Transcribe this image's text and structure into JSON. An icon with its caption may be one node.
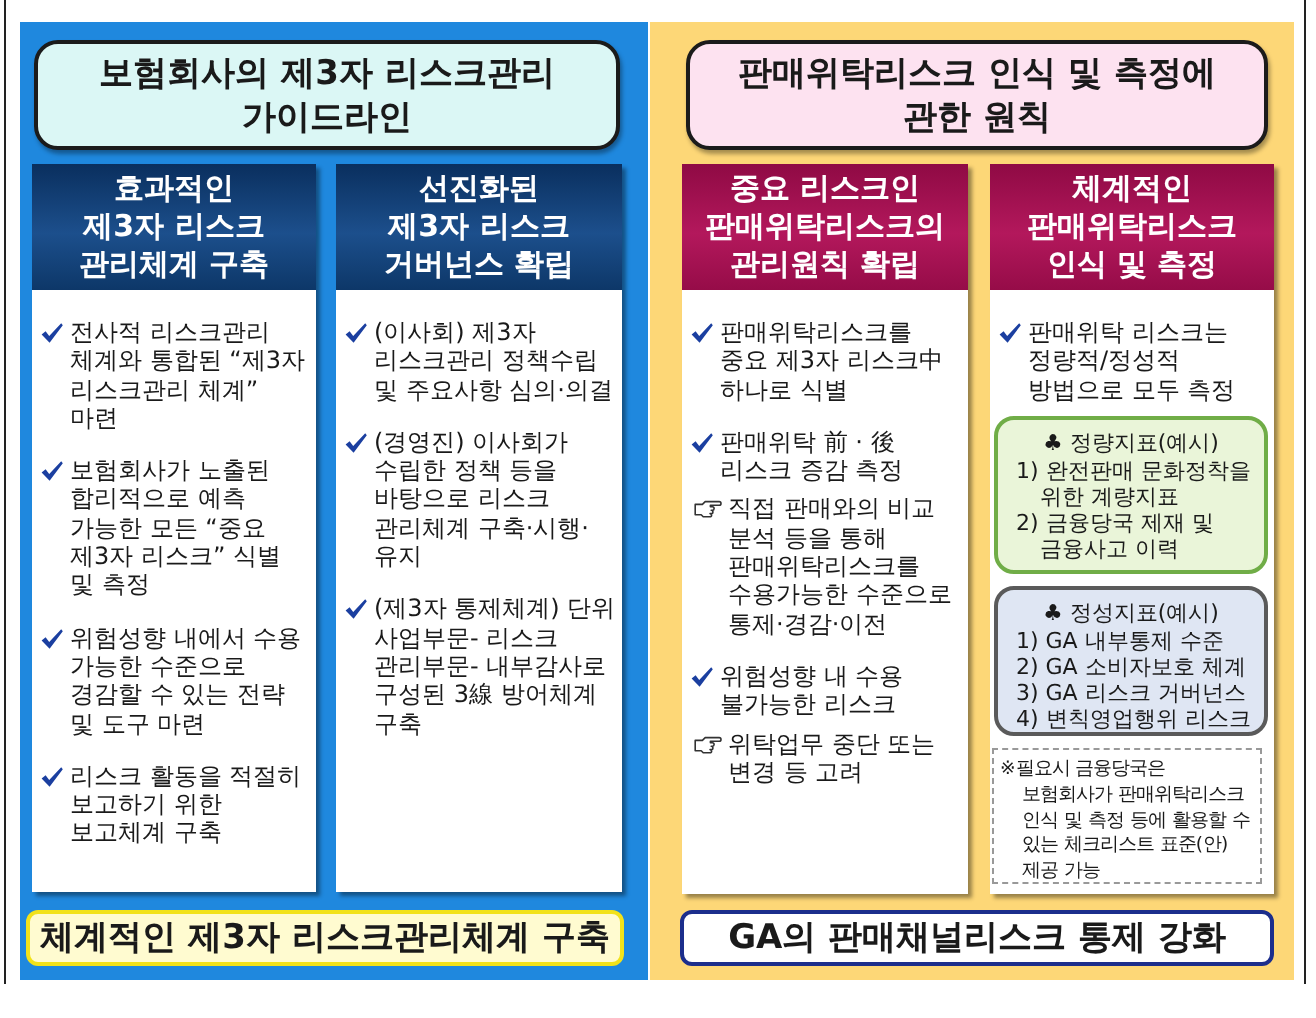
{
  "diagram": {
    "nodes": [
      {
        "text": [],
        "shape": "box"
      },
      {
        "text": [
          "보험회사의 제3자 리스크관리 가이드라인"
        ],
        "in": 0
      },
      {
        "text": [
          "효과적인 제3자 리스크 관리체계 구축",
          "전사적 리스크관리 체계와 통합된 “제3자 리스크관리 체계” 마련",
          "보험회사가 노출된 합리적으로 예측 가능한 모든 “중요 제3자 리스크” 식별 및 측정",
          "위험성향 내에서 수용 가능한 수준으로 경감할 수 있는 전략 및 도구 마련",
          "리스크 활동을 적절히 보고하기 위한 보고체계 구축"
        ],
        "in": 0
      },
      {
        "text": [
          "선진화된 제3자 리스크 거버넌스 확립",
          "(이사회) 제3자 리스크관리 정책수립 및 주요사항 심의·의결",
          "(경영진) 이사회가 수립한 정책 등을 바탕으로 리스크 관리체계 구축·시행·유지",
          "(제3자 통제체계) 단위 사업부문- 리스크 관리부문- 내부감사로 구성된 3線 방어체계 구축"
        ],
        "in": 0
      },
      {
        "text": [
          "체계적인 제3자 리스크관리체계 구축"
        ],
        "in": 0
      },
      {
        "text": [],
        "shape": "box"
      },
      {
        "text": [
          "판매위탁리스크 인식 및 측정에 관한 원칙"
        ],
        "in": 5
      },
      {
        "text": [
          "중요 리스크인 판매위탁리스크의 관리원칙 확립",
          "판매위탁리스크를 중요 제3자 리스크中 하나로 식별",
          "판매위탁 前 · 後 리스크 증감 측정",
          "직접 판매와의 비교 분석 등을 통해 판매위탁리스크를 수용가능한 수준으로 통제·경감·이전",
          "위험성향 내 수용 불가능한 리스크",
          "위탁업무 중단 또는 변경 등 고려"
        ],
        "in": 5
      },
      {
        "text": [
          "체계적인 판매위탁리스크 인식 및 측정",
          "판매위탁 리스크는 정량적/정성적 방법으로 모두 측정"
        ],
        "in": 5
      },
      {
        "text": [
          "♣ 정량지표(예시)",
          "1) 완전판매 문화정착을 위한 계량지표",
          "2) 금융당국 제재 및 금융사고 이력"
        ],
        "in": 8
      },
      {
        "text": [
          "♣ 정성지표(예시)",
          "1) GA 내부통제 수준",
          "2) GA 소비자보호 체계",
          "3) GA 리스크 거버넌스",
          "4) 변칙영업행위 리스크"
        ],
        "in": 8
      },
      {
        "text": [
          "※필요시 금융당국은 보험회사가 판매위탁리스크 인식 및 측정 등에 활용할 수 있는 체크리스트 표준(안) 제공 가능"
        ],
        "in": 8
      },
      {
        "text": [
          "GA의 판매채널리스크 통제 강화"
        ],
        "in": 5
      }
    ]
  }
}
